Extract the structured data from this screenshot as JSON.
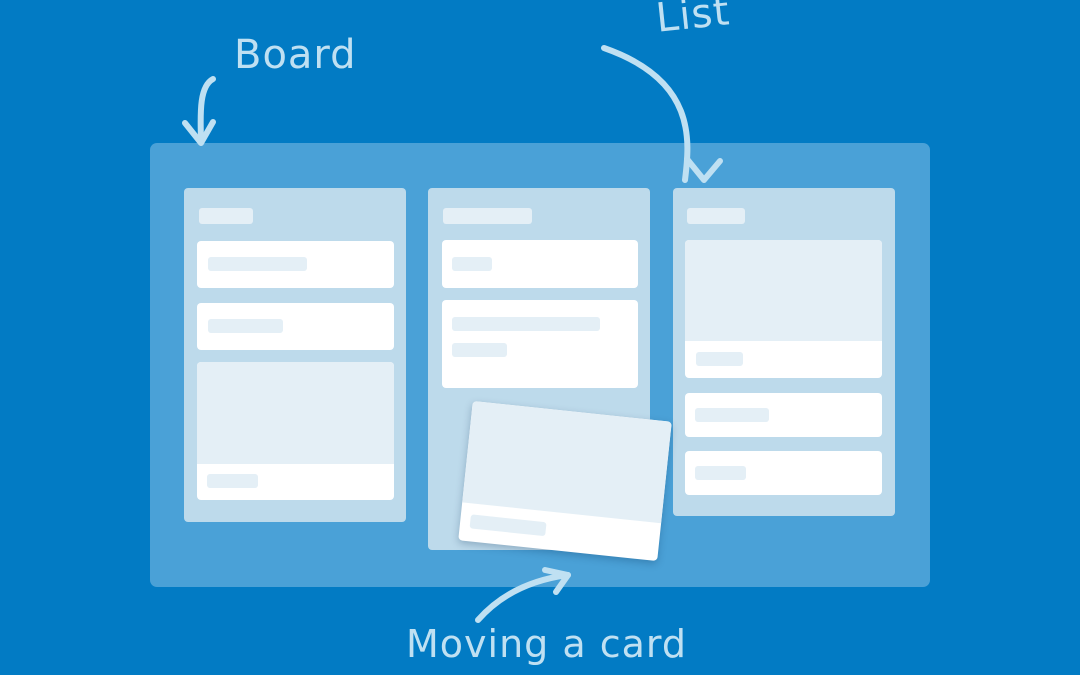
{
  "labels": {
    "board": "Board",
    "list": "List",
    "moving": "Moving a card"
  },
  "colors": {
    "background": "#027bc4",
    "board": "#4aa1d7",
    "list": "#bddaeb",
    "placeholder": "#e4eff6",
    "card": "#ffffff",
    "annotation": "#bfe0f2"
  }
}
